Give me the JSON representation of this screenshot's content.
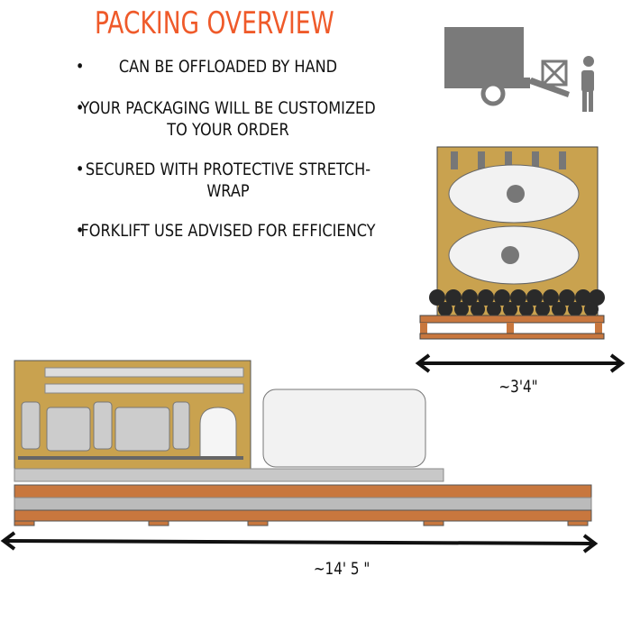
{
  "title": "PACKING OVERVIEW",
  "bullets": [
    "CAN BE OFFLOADED BY HAND",
    "YOUR PACKAGING WILL BE CUSTOMIZED TO YOUR ORDER",
    "SECURED WITH PROTECTIVE STRETCH-WRAP",
    "FORKLIFT USE ADVISED FOR EFFICIENCY"
  ],
  "dimensions": {
    "width": "~3'4\"",
    "length": "~14' 5 \""
  },
  "colors": {
    "title": "#ef5a2a",
    "wood": "#c8773e",
    "board": "#c9a24f"
  }
}
